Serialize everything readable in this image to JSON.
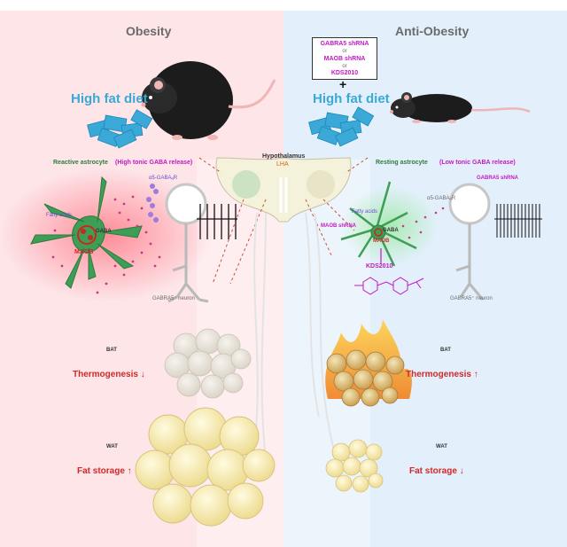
{
  "panels": {
    "left": {
      "title": "Obesity",
      "background": "#fde5e8"
    },
    "right": {
      "title": "Anti-Obesity",
      "background": "#e3f0fb"
    }
  },
  "treatment_box": {
    "line1": "GABRA5 shRNA",
    "or1": "or",
    "line2": "MAOB shRNA",
    "or2": "or",
    "line3": "KDS2010",
    "plus": "+"
  },
  "diet": {
    "left": "High fat diet",
    "right": "High fat diet"
  },
  "hypothalamus": {
    "title": "Hypothalamus",
    "region": "LHA"
  },
  "left_astrocyte": {
    "name": "Reactive astrocyte",
    "note": "(High tonic GABA release)",
    "receptor": "α5-GABAₐR",
    "fatty_acids": "Fatty acids",
    "gaba": "GABA",
    "maob": "MAOB",
    "neuron": "GABRA5⁺ neuron"
  },
  "right_astrocyte": {
    "name": "Resting astrocyte",
    "note": "(Low tonic GABA release)",
    "receptor": "α5-GABAₐR",
    "shrna_gabra5": "GABRA5 shRNA",
    "shrna_maob": "MAOB shRNA",
    "fatty_acids": "Fatty acids",
    "gaba": "GABA",
    "maob": "MAOB",
    "drug": "KDS2010",
    "neuron": "GABRA5⁺ neuron"
  },
  "tissue": {
    "left": {
      "bat": "BAT",
      "thermo": "Thermogenesis ↓",
      "wat": "WAT",
      "fat": "Fat storage ↑"
    },
    "right": {
      "bat": "BAT",
      "thermo": "Thermogenesis ↑",
      "wat": "WAT",
      "fat": "Fat storage ↓"
    }
  },
  "colors": {
    "astrocyte": "#3f9e55",
    "fat_cell": "#f6ecb0",
    "diet_block": "#3aa9d8",
    "accent_red": "#d12828"
  }
}
